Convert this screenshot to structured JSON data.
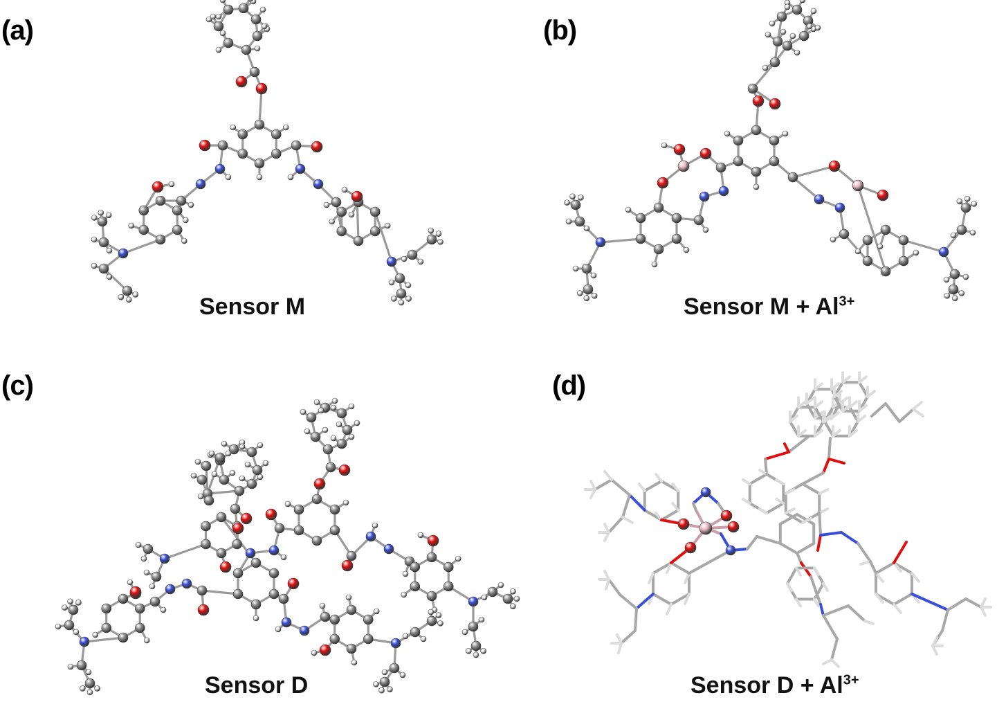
{
  "panels": [
    {
      "id": "a",
      "label": "(a)",
      "caption": "Sensor M",
      "caption_sup": ""
    },
    {
      "id": "b",
      "label": "(b)",
      "caption": "Sensor M + Al",
      "caption_sup": "3+"
    },
    {
      "id": "c",
      "label": "(c)",
      "caption": "Sensor D",
      "caption_sup": ""
    },
    {
      "id": "d",
      "label": "(d)",
      "caption": "Sensor D + Al",
      "caption_sup": "3+"
    }
  ],
  "atom_colors": {
    "carbon": "#8c8c8c",
    "hydrogen": "#e8e8e8",
    "oxygen": "#e01010",
    "nitrogen": "#3a4fd8",
    "aluminium": "#e7b8c4"
  }
}
